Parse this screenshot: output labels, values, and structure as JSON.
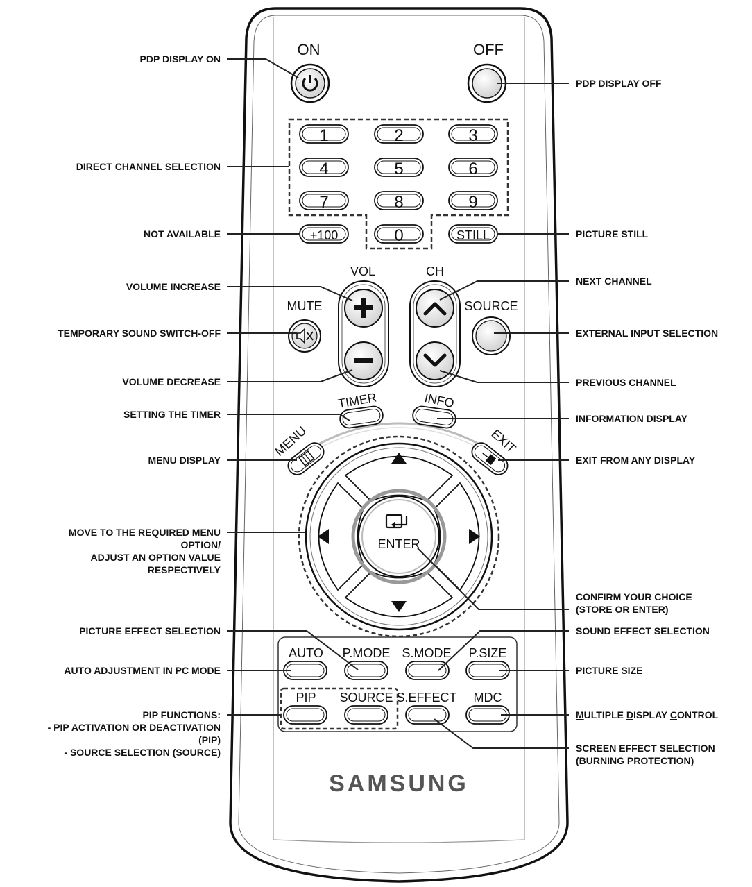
{
  "remote": {
    "on_label": "ON",
    "off_label": "OFF",
    "power_symbol": "⏻",
    "digits": [
      "1",
      "2",
      "3",
      "4",
      "5",
      "6",
      "7",
      "8",
      "9"
    ],
    "plus100": "+100",
    "zero": "0",
    "still": "STILL",
    "vol": "VOL",
    "ch": "CH",
    "mute": "MUTE",
    "source_top": "SOURCE",
    "timer": "TIMER",
    "info": "INFO",
    "menu": "MENU",
    "exit": "EXIT",
    "enter": "ENTER",
    "auto": "AUTO",
    "pmode": "P.MODE",
    "smode": "S.MODE",
    "psize": "P.SIZE",
    "pip": "PIP",
    "source_bottom": "SOURCE",
    "seffect": "S.EFFECT",
    "mdc": "MDC",
    "brand": "SAMSUNG"
  },
  "callouts": {
    "pdp_on": "PDP DISPLAY ON",
    "pdp_off": "PDP DISPLAY OFF",
    "direct_channel": "DIRECT CHANNEL SELECTION",
    "not_available": "NOT AVAILABLE",
    "picture_still": "PICTURE STILL",
    "volume_increase": "VOLUME INCREASE",
    "next_channel": "NEXT CHANNEL",
    "mute": "TEMPORARY SOUND SWITCH-OFF",
    "external_input": "EXTERNAL INPUT SELECTION",
    "volume_decrease": "VOLUME DECREASE",
    "previous_channel": "PREVIOUS CHANNEL",
    "timer": "SETTING THE TIMER",
    "info": "INFORMATION DISPLAY",
    "menu": "MENU DISPLAY",
    "exit": "EXIT FROM ANY DISPLAY",
    "move_line1": "MOVE TO THE REQUIRED MENU",
    "move_line2": "OPTION/",
    "move_line3": "ADJUST AN OPTION VALUE",
    "move_line4": "RESPECTIVELY",
    "confirm_line1": "CONFIRM YOUR CHOICE",
    "confirm_line2": "(STORE OR ENTER)",
    "picture_effect": "PICTURE EFFECT SELECTION",
    "sound_effect": "SOUND EFFECT SELECTION",
    "auto_adjust": "AUTO ADJUSTMENT IN PC MODE",
    "picture_size": "PICTURE SIZE",
    "pip_line1": "PIP FUNCTIONS:",
    "pip_line2": "- PIP ACTIVATION OR DEACTIVATION",
    "pip_line3": "(PIP)",
    "pip_line4": "- SOURCE SELECTION (SOURCE)",
    "mdc_m": "M",
    "mdc_ultiple": "ULTIPLE ",
    "mdc_d": "D",
    "mdc_isplay": "ISPLAY ",
    "mdc_c": "C",
    "mdc_ontrol": "ONTROL",
    "screen_line1": "SCREEN EFFECT SELECTION",
    "screen_line2": "(BURNING PROTECTION)"
  }
}
